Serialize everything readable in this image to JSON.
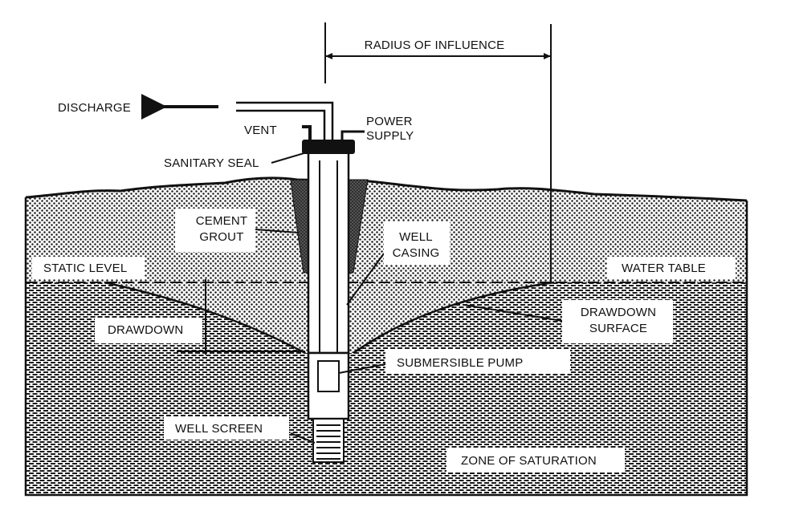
{
  "labels": {
    "radius_of_influence": "RADIUS OF INFLUENCE",
    "discharge": "DISCHARGE",
    "vent": "VENT",
    "power_supply_line1": "POWER",
    "power_supply_line2": "SUPPLY",
    "sanitary_seal": "SANITARY SEAL",
    "cement_grout_line1": "CEMENT",
    "cement_grout_line2": "GROUT",
    "well_casing_line1": "WELL",
    "well_casing_line2": "CASING",
    "static_level": "STATIC LEVEL",
    "water_table": "WATER TABLE",
    "drawdown": "DRAWDOWN",
    "drawdown_surface_line1": "DRAWDOWN",
    "drawdown_surface_line2": "SURFACE",
    "submersible_pump": "SUBMERSIBLE PUMP",
    "well_screen": "WELL SCREEN",
    "zone_of_saturation": "ZONE OF SATURATION"
  }
}
